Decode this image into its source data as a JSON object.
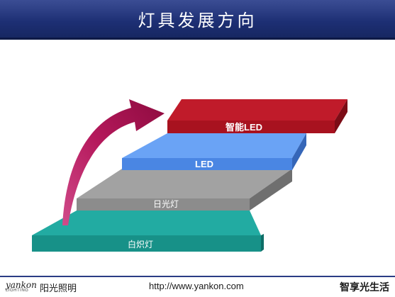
{
  "title": "灯具发展方向",
  "steps": [
    {
      "label": "白炽灯"
    },
    {
      "label": "日光灯"
    },
    {
      "label": "LED"
    },
    {
      "label": "智能LED"
    }
  ],
  "colors": {
    "title_bar": "#1d2f74",
    "step_1": "#1ea39a",
    "step_2": "#999999",
    "step_3": "#5a94ee",
    "step_4": "#b01522",
    "arrow": "#b5195c"
  },
  "footer": {
    "logo_text": "yankon",
    "logo_subtext": "LIGHTING",
    "logo_cn": "阳光照明",
    "url": "http://www.yankon.com",
    "slogan": "智享光生活"
  }
}
